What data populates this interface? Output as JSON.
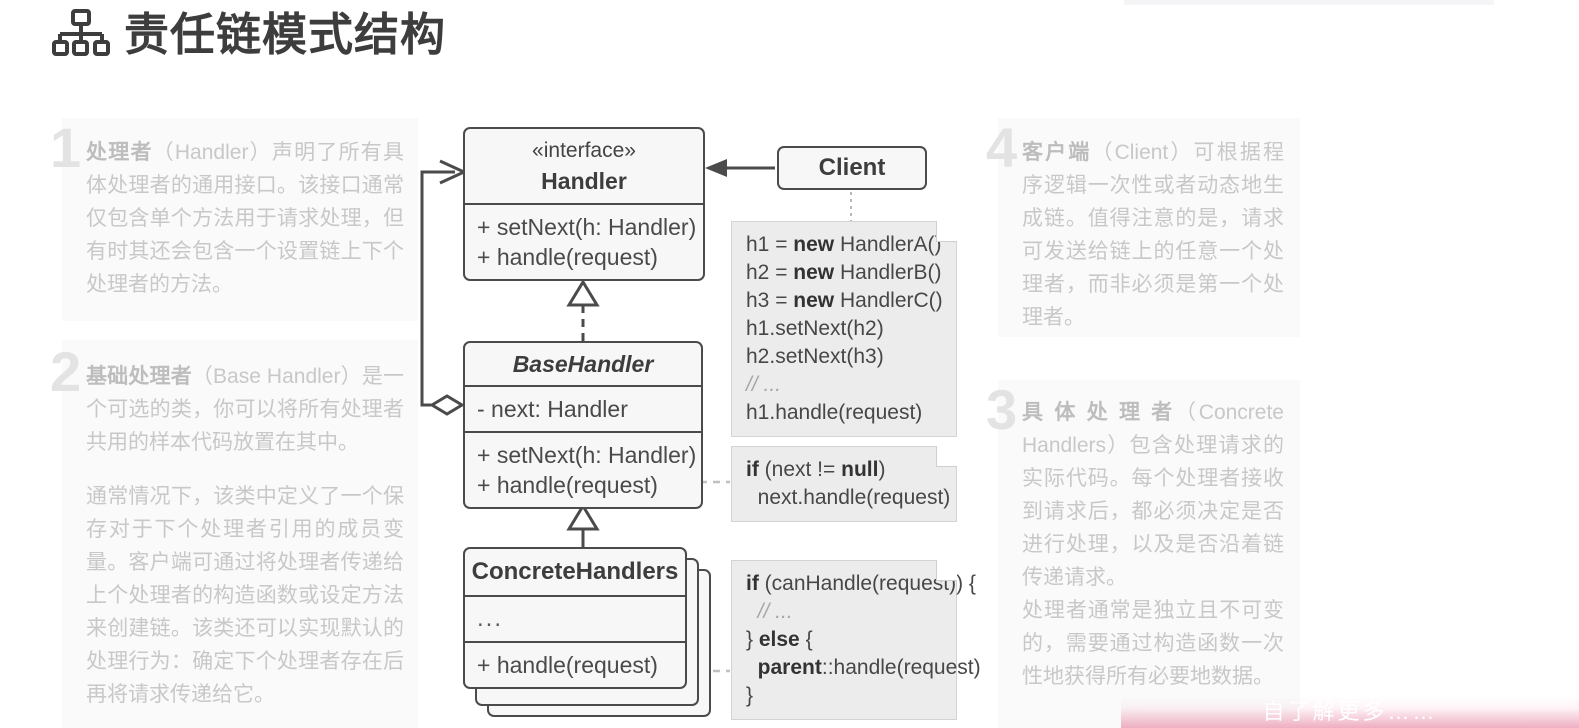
{
  "header": {
    "title": "责任链模式结构",
    "icon": "org-chart-icon"
  },
  "left_column": [
    {
      "number": "1",
      "html": "<b>处理者</b>（Handler）声明了所有具体处理者的通用接口。该接口通常仅包含单个方法用于请求处理，但有时其还会包含一个设置链上下个处理者的方法。",
      "text": "处理者（Handler）声明了所有具体处理者的通用接口。该接口通常仅包含单个方法用于请求处理，但有时其还会包含一个设置链上下个处理者的方法。"
    },
    {
      "number": "2",
      "html": "<b>基础处理者</b>（Base Handler）是一个可选的类，你可以将所有处理者共用的样本代码放置在其中。",
      "text": "基础处理者（Base Handler）是一个可选的类，你可以将所有处理者共用的样本代码放置在其中。",
      "paragraph2": "通常情况下，该类中定义了一个保存对于下个处理者引用的成员变量。客户端可通过将处理者传递给上个处理者的构造函数或设定方法来创建链。该类还可以实现默认的处理行为：确定下个处理者存在后再将请求传递给它。"
    }
  ],
  "right_column": [
    {
      "number": "4",
      "html": "<b>客户端</b>（Client）可根据程序逻辑一次性或者动态地生成链。值得注意的是，请求可发送给链上的任意一个处理者，而非必须是第一个处理者。",
      "text": "客户端（Client）可根据程序逻辑一次性或者动态地生成链。值得注意的是，请求可发送给链上的任意一个处理者，而非必须是第一个处理者。"
    },
    {
      "number": "3",
      "html": "<b>具 体 处 理 者</b>（Concrete Handlers）包含处理请求的实际代码。每个处理者接收到请求后，都必须决定是否进行处理，以及是否沿着链传递请求。",
      "text": "具体处理者（Concrete Handlers）包含处理请求的实际代码。每个处理者接收到请求后，都必须决定是否进行处理，以及是否沿着链传递请求。",
      "paragraph2": "处理者通常是独立且不可变的，需要通过构造函数一次性地获得所有必要地数据。"
    }
  ],
  "diagram": {
    "classes": [
      {
        "id": "handler",
        "stereotype": "«interface»",
        "name": "Handler",
        "members": [
          "+ setNext(h: Handler)",
          "+ handle(request)"
        ]
      },
      {
        "id": "client",
        "name": "Client"
      },
      {
        "id": "basehandler",
        "name": "BaseHandler",
        "abstract": true,
        "fields": [
          "- next: Handler"
        ],
        "members": [
          "+ setNext(h: Handler)",
          "+ handle(request)"
        ]
      },
      {
        "id": "concretehandlers",
        "name": "ConcreteHandlers",
        "fields": [
          "..."
        ],
        "members": [
          "+ handle(request)"
        ]
      }
    ],
    "notes": [
      {
        "id": "note-client",
        "lines": [
          "h1 = <b>new</b> HandlerA()",
          "h2 = <b>new</b> HandlerB()",
          "h3 = <b>new</b> HandlerC()",
          "h1.setNext(h2)",
          "h2.setNext(h3)",
          "<span class=\"cmt\">// ...</span>",
          "h1.handle(request)"
        ]
      },
      {
        "id": "note-base",
        "lines": [
          "<b>if</b> (next != <b>null</b>)",
          "&nbsp;&nbsp;next.handle(request)"
        ]
      },
      {
        "id": "note-concrete",
        "lines": [
          "<b>if</b> (canHandle(request)) {",
          "&nbsp;&nbsp;<span class=\"cmt\">// ...</span>",
          "} <b>else</b> {",
          "&nbsp;&nbsp;<b>parent</b>::handle(request)",
          "}"
        ]
      }
    ],
    "relations": [
      {
        "from": "client",
        "to": "handler",
        "type": "association-arrow"
      },
      {
        "from": "basehandler",
        "to": "handler",
        "type": "realization-dashed-triangle"
      },
      {
        "from": "basehandler",
        "to": "handler",
        "type": "aggregation-diamond"
      },
      {
        "from": "concretehandlers",
        "to": "basehandler",
        "type": "inheritance-triangle"
      }
    ]
  },
  "watermark": {
    "text": "自了解更多……"
  },
  "colors": {
    "title": "#3d3d3d",
    "box_border": "#4b4b4b",
    "box_fill": "#f7f7f7",
    "note_fill": "#ececec",
    "side_text": "#c8c8c8",
    "big_number": "#e3e3e3",
    "watermark": "#eda6bc"
  }
}
